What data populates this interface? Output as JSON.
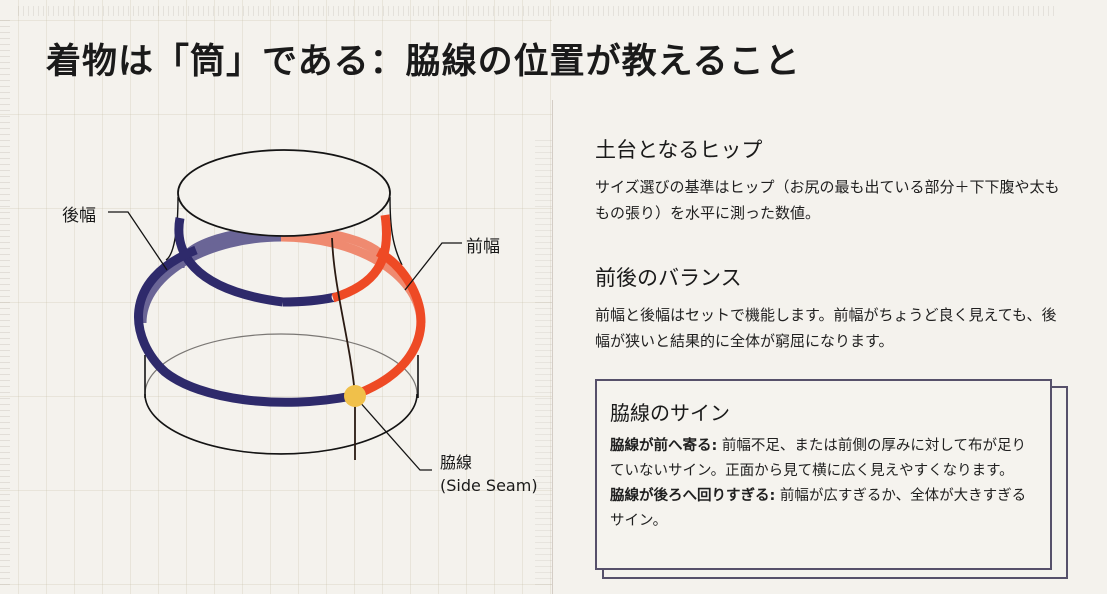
{
  "title": "着物は「筒」である：脇線の位置が教えること",
  "diagram": {
    "labels": {
      "back_width": "後幅",
      "front_width": "前幅",
      "side_seam_jp": "脇線",
      "side_seam_en": "(Side Seam)"
    },
    "colors": {
      "back": "#2e2a6b",
      "back_light": "#6a6596",
      "front": "#ee4a25",
      "front_light": "#ef8a70",
      "seam_dot": "#f0c04a",
      "outline": "#141414",
      "background": "#f4f2ed"
    }
  },
  "sections": [
    {
      "heading": "土台となるヒップ",
      "body": "サイズ選びの基準はヒップ（お尻の最も出ている部分＋下下腹や太ももの張り）を水平に測った数値。"
    },
    {
      "heading": "前後のバランス",
      "body": "前幅と後幅はセットで機能します。前幅がちょうど良く見えても、後幅が狭いと結果的に全体が窮屈になります。"
    }
  ],
  "callout": {
    "heading": "脇線のサイン",
    "items": [
      {
        "term": "脇線が前へ寄る:",
        "text": " 前幅不足、または前側の厚みに対して布が足りていないサイン。正面から見て横に広く見えやすくなります。"
      },
      {
        "term": "脇線が後ろへ回りすぎる:",
        "text": " 前幅が広すぎるか、全体が大きすぎるサイン。"
      }
    ]
  }
}
